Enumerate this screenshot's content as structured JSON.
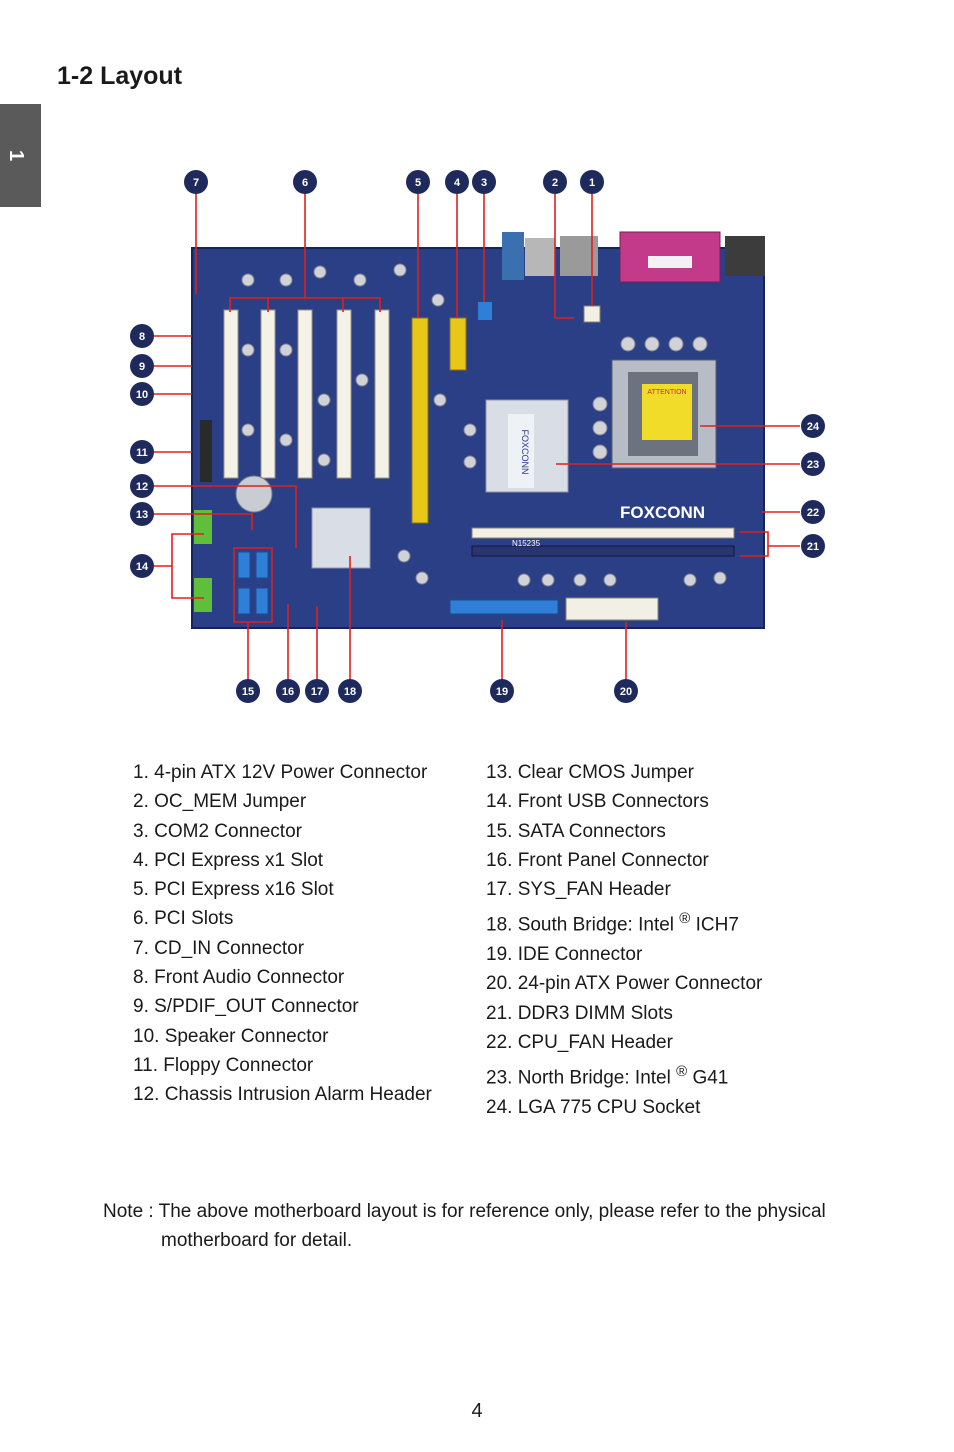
{
  "chapter_tab": "1",
  "title": "1-2 Layout",
  "figure": {
    "callouts": [
      "1",
      "2",
      "3",
      "4",
      "5",
      "6",
      "7",
      "8",
      "9",
      "10",
      "11",
      "12",
      "13",
      "14",
      "15",
      "16",
      "17",
      "18",
      "19",
      "20",
      "21",
      "22",
      "23",
      "24"
    ],
    "board_brand": "FOXCONN",
    "heatsink_brand": "FOXCONN",
    "cpu_sticker": "ATTENTION",
    "chip_label": "N15235",
    "colors": {
      "pcb": "#2b3f86",
      "callout": "#1f2a5c",
      "arrow": "#e0201c",
      "pcie16": "#e8c61a",
      "dimm": "#f2efe4",
      "sata": "#2f7fd8",
      "usb_green": "#5fbf3a",
      "com": "#c33a8a"
    }
  },
  "legend_left": [
    "1. 4-pin ATX 12V Power Connector",
    "2. OC_MEM Jumper",
    "3. COM2 Connector",
    "4. PCI Express x1 Slot",
    "5. PCI Express x16 Slot",
    "6. PCI Slots",
    "7. CD_IN Connector",
    "8. Front Audio Connector",
    "9. S/PDIF_OUT Connector",
    "10. Speaker Connector",
    "11. Floppy Connector",
    "12. Chassis Intrusion Alarm Header"
  ],
  "legend_right": [
    "13. Clear CMOS Jumper",
    "14.  Front USB Connectors",
    "15. SATA Connectors",
    "16. Front Panel Connector",
    "17. SYS_FAN Header"
  ],
  "legend_right_18": {
    "pre": "18. South Bridge: Intel ",
    "sup": "®",
    "post": " ICH7"
  },
  "legend_right_mid": [
    "19. IDE Connector",
    "20. 24-pin ATX Power Connector",
    "21. DDR3 DIMM Slots",
    "22. CPU_FAN Header"
  ],
  "legend_right_23": {
    "pre": "23. North Bridge: Intel ",
    "sup": "®",
    "post": " G41"
  },
  "legend_right_24": "24. LGA 775 CPU Socket",
  "note_line1": "Note : The above motherboard layout is for reference only, please refer to the physical",
  "note_line2": "motherboard for detail.",
  "page_number": "4"
}
